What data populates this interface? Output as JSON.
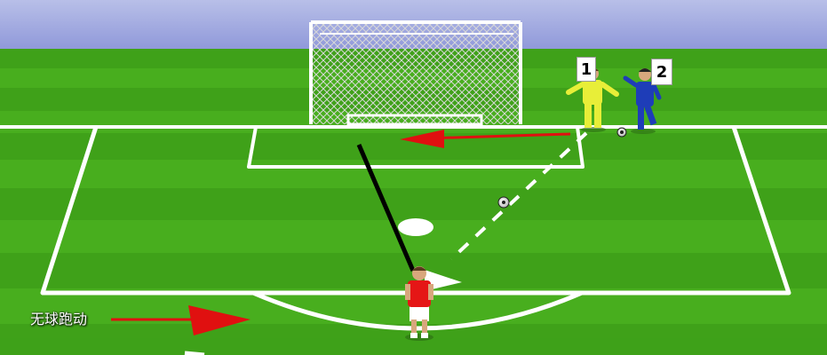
{
  "labels": {
    "player1_number": "1",
    "player2_number": "2",
    "annotation_left": "无球跑动"
  },
  "colors": {
    "sky": "#8E97D9",
    "grass_dark": "#3C9E18",
    "grass_light": "#56BE24",
    "line": "#FFFFFF",
    "arrow_red": "#E01010",
    "keeper_yellow": "#E8EE38",
    "player_blue": "#1E3DB8",
    "attacker_red": "#E51616",
    "black_line": "#000000"
  },
  "icons": {
    "goal": "goal-net-icon",
    "ball": "soccer-ball-icon",
    "cone": "flag-marker-icon"
  }
}
